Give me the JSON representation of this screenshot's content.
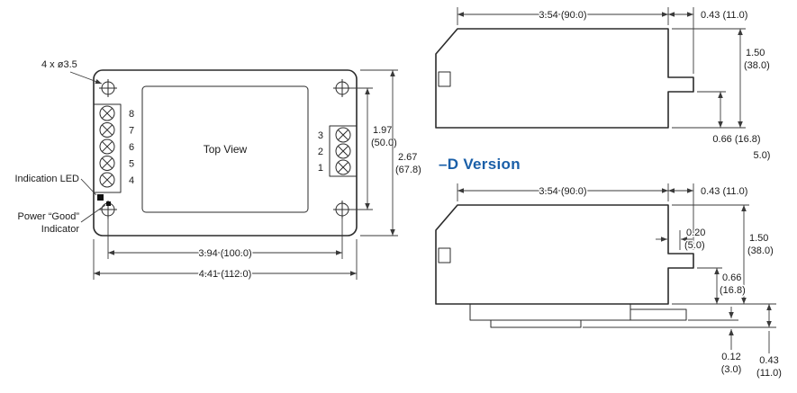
{
  "top_view": {
    "title": "Top View",
    "hole_callout": "4 x ø3.5",
    "left_terminal_numbers": [
      "8",
      "7",
      "6",
      "5",
      "4"
    ],
    "right_terminal_numbers": [
      "3",
      "2",
      "1"
    ],
    "indication_led_label": "Indication LED",
    "power_good_label_line1": "Power “Good”",
    "power_good_label_line2": "Indicator",
    "dim_pin_span_in": "1.97",
    "dim_pin_span_mm": "(50.0)",
    "dim_height_in": "2.67",
    "dim_height_mm": "(67.8)",
    "dim_hole_span": "3.94 (100.0)",
    "dim_width": "4.41 (112.0)"
  },
  "side_view": {
    "dim_width": "3.54 (90.0)",
    "dim_top_offset": "0.43 (11.0)",
    "dim_height_in": "1.50",
    "dim_height_mm": "(38.0)",
    "dim_lower": "0.66 (16.8)",
    "dim_fragment": "5.0)"
  },
  "d_version": {
    "label": "–D Version",
    "dim_width": "3.54 (90.0)",
    "dim_top_offset": "0.43 (11.0)",
    "dim_gap_in": "0.20",
    "dim_gap_mm": "(5.0)",
    "dim_height_in": "1.50",
    "dim_height_mm": "(38.0)",
    "dim_lower_in": "0.66",
    "dim_lower_mm": "(16.8)",
    "dim_clip_in": "0.12",
    "dim_clip_mm": "(3.0)",
    "dim_latch_in": "0.43",
    "dim_latch_mm": "(11.0)"
  },
  "colors": {
    "accent_blue": "#1a5fa8",
    "line": "#2b2b2b"
  }
}
